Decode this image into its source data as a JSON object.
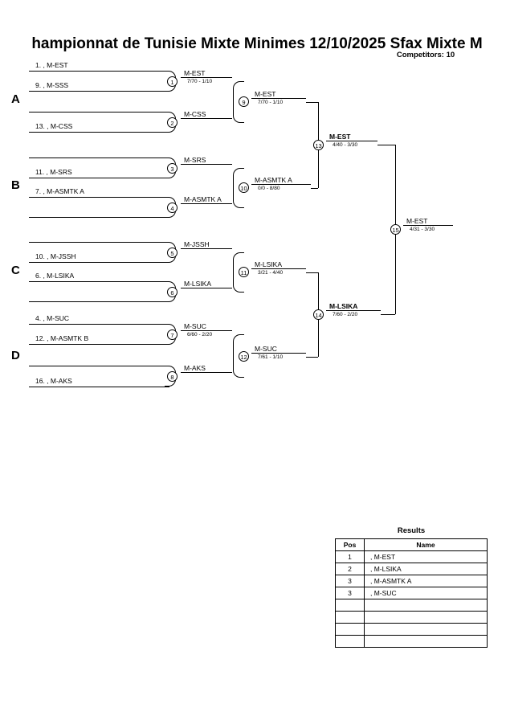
{
  "header": {
    "title": "hampionnat de Tunisie Mixte Minimes   12/10/2025  Sfax    Mixte M",
    "competitors": "Competitors: 10"
  },
  "groups": [
    {
      "label": "A"
    },
    {
      "label": "B"
    },
    {
      "label": "C"
    },
    {
      "label": "D"
    }
  ],
  "round1_entries": [
    {
      "text": "1. , M-EST"
    },
    {
      "text": "9. , M-SSS"
    },
    {
      "text": ""
    },
    {
      "text": "13. , M-CSS"
    },
    {
      "text": ""
    },
    {
      "text": "11. , M-SRS"
    },
    {
      "text": "7. , M-ASMTK A"
    },
    {
      "text": ""
    },
    {
      "text": ""
    },
    {
      "text": "10. , M-JSSH"
    },
    {
      "text": "6. , M-LSIKA"
    },
    {
      "text": ""
    },
    {
      "text": "4. , M-SUC"
    },
    {
      "text": "12. , M-ASMTK B"
    },
    {
      "text": ""
    },
    {
      "text": "16. , M-AKS"
    }
  ],
  "round1_nodes": [
    {
      "num": "1",
      "winner": "M-EST",
      "score": "7/70 - 1/10"
    },
    {
      "num": "2",
      "winner": "M-CSS",
      "score": ""
    },
    {
      "num": "3",
      "winner": "M-SRS",
      "score": ""
    },
    {
      "num": "4",
      "winner": "M-ASMTK A",
      "score": ""
    },
    {
      "num": "5",
      "winner": "M-JSSH",
      "score": ""
    },
    {
      "num": "6",
      "winner": "M-LSIKA",
      "score": ""
    },
    {
      "num": "7",
      "winner": "M-SUC",
      "score": "6/60 - 2/20"
    },
    {
      "num": "8",
      "winner": "M-AKS",
      "score": ""
    }
  ],
  "round2_nodes": [
    {
      "num": "9",
      "winner": "M-EST",
      "score": "7/70 - 1/10"
    },
    {
      "num": "10",
      "winner": "M-ASMTK A",
      "score": "0/0 - 8/80"
    },
    {
      "num": "11",
      "winner": "M-LSIKA",
      "score": "3/21 - 4/40"
    },
    {
      "num": "12",
      "winner": "M-SUC",
      "score": "7/61 - 1/10"
    }
  ],
  "semifinal_nodes": [
    {
      "num": "13",
      "winner": "M-EST",
      "score": "4/40 - 3/30"
    },
    {
      "num": "14",
      "winner": "M-LSIKA",
      "score": "7/60 - 2/20"
    }
  ],
  "final_node": {
    "num": "15",
    "winner": "M-EST",
    "score": "4/31 - 3/30"
  },
  "results": {
    "title": "Results",
    "columns": {
      "pos": "Pos",
      "name": "Name"
    },
    "rows": [
      {
        "pos": "1",
        "name": ", M-EST"
      },
      {
        "pos": "2",
        "name": ", M-LSIKA"
      },
      {
        "pos": "3",
        "name": ", M-ASMTK A"
      },
      {
        "pos": "3",
        "name": ", M-SUC"
      },
      {
        "pos": "",
        "name": ""
      },
      {
        "pos": "",
        "name": ""
      },
      {
        "pos": "",
        "name": ""
      },
      {
        "pos": "",
        "name": ""
      }
    ]
  }
}
